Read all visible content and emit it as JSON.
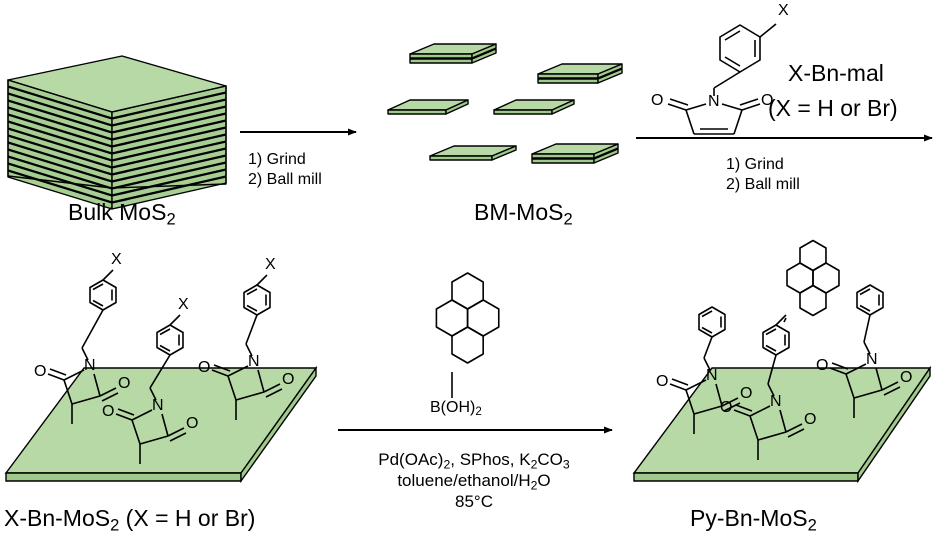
{
  "colors": {
    "sheet": "#b7d9a6",
    "ink": "#000000",
    "background": "#ffffff"
  },
  "top_row": {
    "bulk_label": {
      "main": "Bulk MoS",
      "sub": "2"
    },
    "step1": {
      "line1": "1) Grind",
      "line2": "2) Ball mill"
    },
    "bm_label": {
      "main": "BM-MoS",
      "sub": "2"
    },
    "reagent": {
      "name": "X-Bn-mal",
      "condition": "(X = H or Br)",
      "substituent": "X",
      "atoms": {
        "o": "O",
        "n": "N"
      }
    },
    "step2": {
      "line1": "1) Grind",
      "line2": "2) Ball mill"
    }
  },
  "bottom_row": {
    "xbn_label": {
      "main": "X-Bn-MoS",
      "sub": "2",
      "tail": " (X = H or Br)"
    },
    "substituent": "X",
    "atoms": {
      "o": "O",
      "n": "N"
    },
    "boronic": {
      "b": "B(OH)",
      "sub": "2"
    },
    "conditions": {
      "line1": {
        "a": "Pd(OAc)",
        "a_sub": "2",
        "b": ", SPhos, K",
        "b_sub": "2",
        "c": "CO",
        "c_sub": "3"
      },
      "line2": {
        "a": "toluene/ethanol/H",
        "a_sub": "2",
        "b": "O"
      },
      "line3": "85°C"
    },
    "py_label": {
      "main": "Py-Bn-MoS",
      "sub": "2"
    }
  }
}
